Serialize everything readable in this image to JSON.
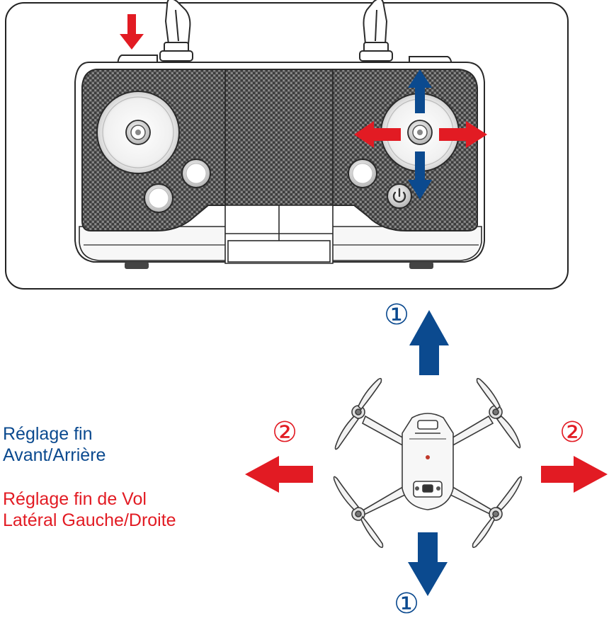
{
  "legend": {
    "pitch_line1": "Réglage fin",
    "pitch_line2": "Avant/Arrière",
    "roll_line1": "Réglage fin de Vol",
    "roll_line2": "Latéral Gauche/Droite"
  },
  "markers": {
    "pitch": "①",
    "roll": "②"
  },
  "colors": {
    "blue": "#0b4a8f",
    "red": "#e21b23",
    "outline": "#2a2a2a",
    "carbon": "#4a4a4a"
  },
  "icons": [
    "power-icon",
    "up-arrow-icon",
    "down-arrow-icon",
    "left-arrow-icon",
    "right-arrow-icon"
  ]
}
